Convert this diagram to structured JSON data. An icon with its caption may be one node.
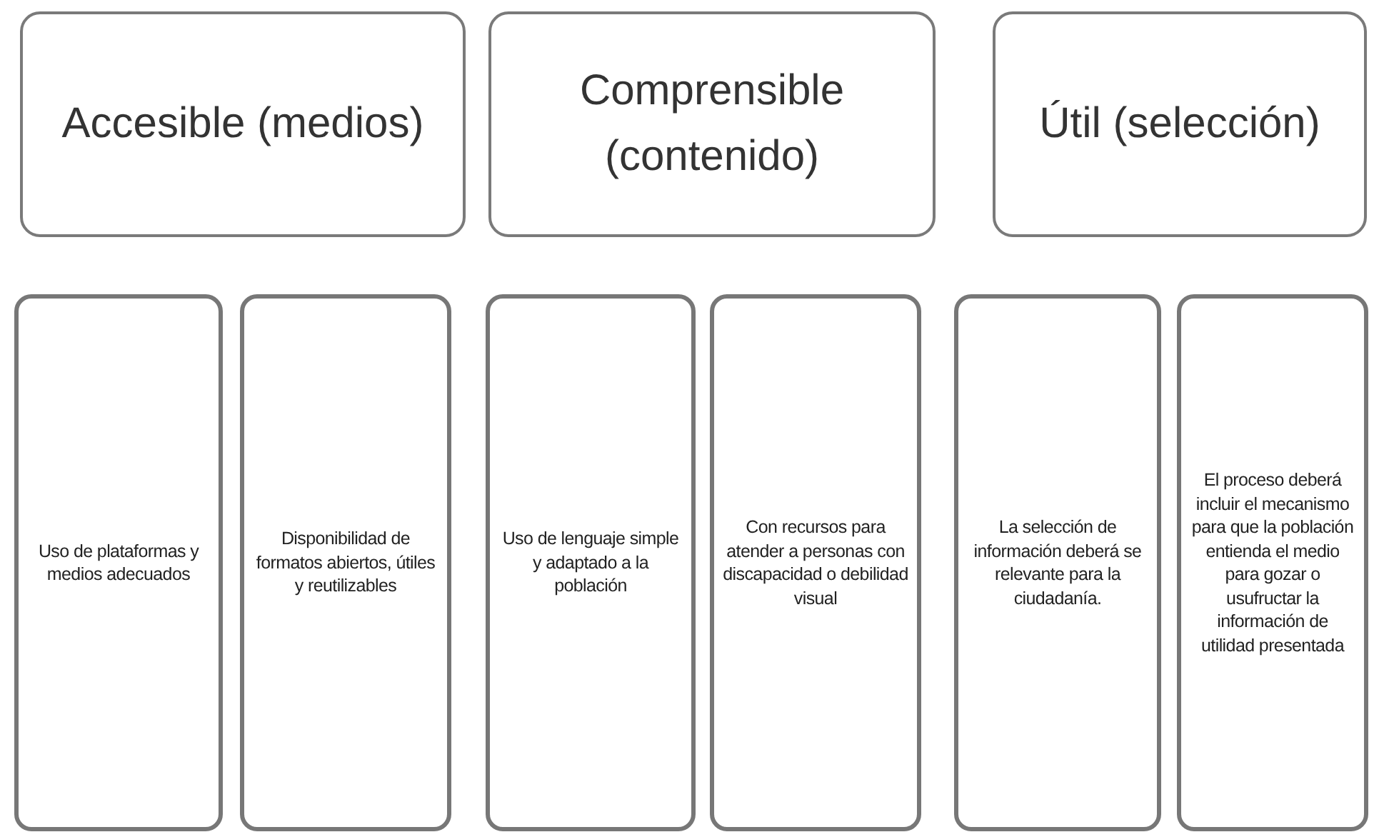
{
  "diagram": {
    "nodes": [
      {
        "text": [
          "Accesible (medios)"
        ]
      },
      {
        "text": [
          "Comprensible (contenido)"
        ]
      },
      {
        "text": [
          "Útil (selección)"
        ]
      },
      {
        "text": [
          "Uso de plataformas y medios adecuados"
        ]
      },
      {
        "text": [
          "Disponibilidad de formatos abiertos, útiles y reutilizables"
        ]
      },
      {
        "text": [
          "Uso de lenguaje simple y adaptado a la población"
        ]
      },
      {
        "text": [
          "Con recursos para atender a personas con discapacidad o debilidad visual"
        ]
      },
      {
        "text": [
          "La selección de información deberá se relevante para la ciudadanía."
        ]
      },
      {
        "text": [
          "El proceso deberá incluir el mecanismo para que la población entienda el medio para gozar o usufructar la información de utilidad presentada"
        ]
      }
    ]
  }
}
